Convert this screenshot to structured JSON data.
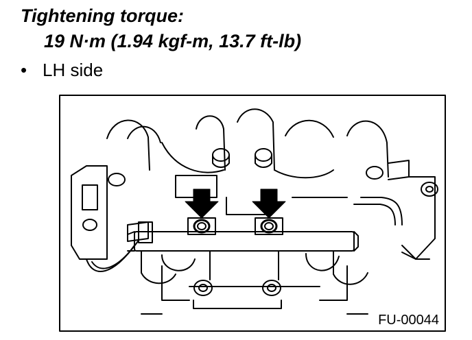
{
  "spec": {
    "heading": "Tightening torque:",
    "value": "19 N·m (1.94 kgf-m, 13.7 ft-lb)"
  },
  "bullet": {
    "symbol": "•",
    "text": "LH side"
  },
  "figure": {
    "code": "FU-00044",
    "arrow_count": 2,
    "arrow_icon": "down-arrow-icon",
    "line_color": "#000000",
    "fill_color": "#ffffff"
  }
}
